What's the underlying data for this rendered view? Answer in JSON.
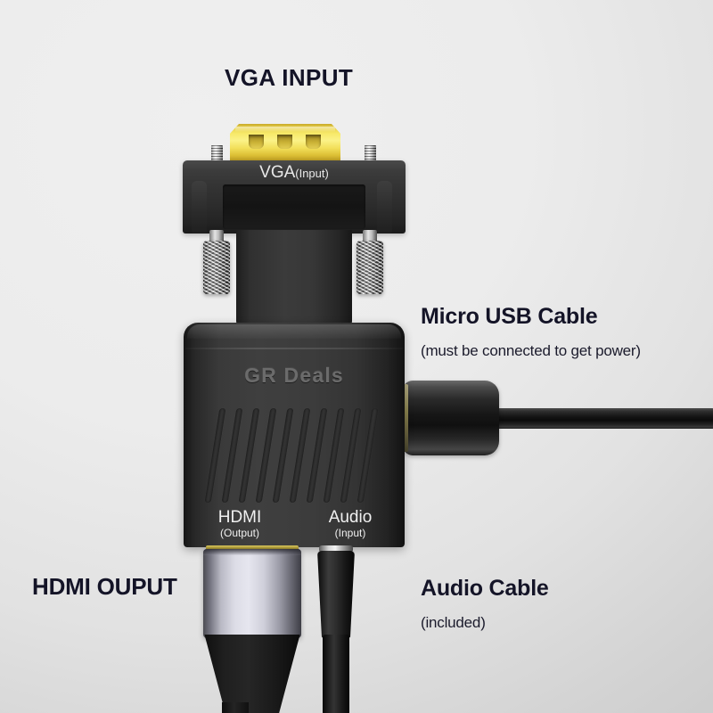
{
  "background": {
    "color_light": "#ececec",
    "color_dark": "#cbcbcb"
  },
  "annotations": {
    "vga_input": "VGA INPUT",
    "micro_usb": {
      "title": "Micro USB Cable",
      "note": "(must be connected to get power)"
    },
    "hdmi_output": "HDMI OUPUT",
    "audio_cable": {
      "title": "Audio Cable",
      "note": "(included)"
    }
  },
  "device": {
    "brand": "GR Deals",
    "ports": {
      "vga": {
        "name": "VGA",
        "direction": "(Input)"
      },
      "hdmi": {
        "name": "HDMI",
        "direction": "(Output)"
      },
      "audio": {
        "name": "Audio",
        "direction": "(Input)"
      }
    },
    "colors": {
      "body": "#3a3a3a",
      "vga_gold": "#f0df63",
      "hdmi_shell": "#d8d8e2",
      "screw_metal": "#c9c9c9"
    },
    "vent_slot_count": 10
  }
}
